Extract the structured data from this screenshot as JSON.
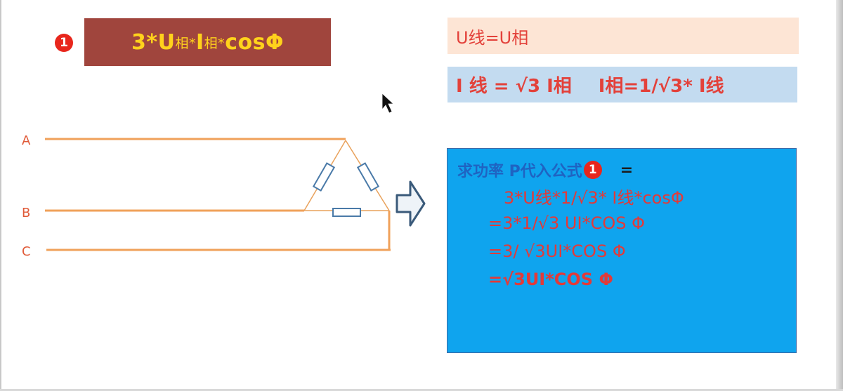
{
  "marker_number": "1",
  "formula_box": {
    "part1": "3*U",
    "sub1": "相*",
    "part2": "I",
    "sub2": "相*",
    "part3": "cosΦ"
  },
  "peach_box": {
    "text": "U线=U相"
  },
  "lightblue_box": {
    "left": "I 线 = √3 I相",
    "right": "I相=1/√3* I线"
  },
  "blue_box": {
    "heading": "求功率 P代入公式",
    "heading_marker": "1",
    "heading_equals": "=",
    "lines": [
      "3*U线*1/√3*  I线*cosΦ",
      "=3*1/√3 UI*COS Φ",
      "=3/ √3UI*COS Φ",
      "=√3UI*COS Φ"
    ]
  },
  "diagram": {
    "wire_labels": [
      "A",
      "B",
      "C"
    ],
    "colors": {
      "wire": "#f0a15a",
      "triangle": "#e9a25c",
      "resistor": "#4a7aa8",
      "arrow_stroke": "#3a5a7a",
      "arrow_fill": "#eef3f8"
    }
  },
  "colors": {
    "formula_bg": "#a0453d",
    "formula_text": "#ffd21c",
    "peach_bg": "#fde5d5",
    "lightblue_bg": "#c3dbf0",
    "blue_bg": "#0fa4ee",
    "red_text": "#e3413a",
    "heading_blue": "#1f63c2"
  },
  "icons": [
    "circled-number-icon",
    "mouse-cursor-icon",
    "right-arrow-icon",
    "resistor-icon"
  ]
}
